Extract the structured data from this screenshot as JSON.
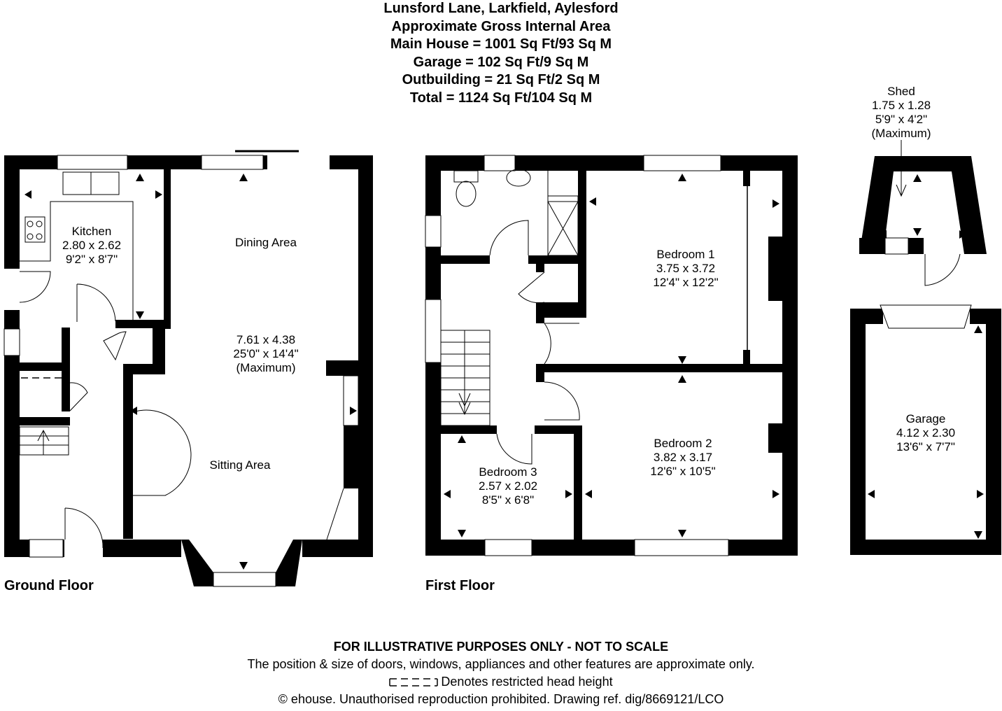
{
  "header": {
    "address": "Lunsford Lane, Larkfield, Aylesford",
    "subtitle": "Approximate Gross Internal Area",
    "main_house": "Main House = 1001 Sq Ft/93 Sq M",
    "garage": "Garage = 102 Sq Ft/9 Sq M",
    "outbuilding": "Outbuilding = 21 Sq Ft/2 Sq M",
    "total": "Total = 1124 Sq Ft/104 Sq M"
  },
  "floors": {
    "ground": {
      "label": "Ground Floor",
      "rooms": {
        "kitchen": {
          "name": "Kitchen",
          "metric": "2.80 x 2.62",
          "imperial": "9'2\" x 8'7\""
        },
        "dining": {
          "name": "Dining Area"
        },
        "living": {
          "metric": "7.61 x 4.38",
          "imperial": "25'0\" x 14'4\"",
          "note": "(Maximum)"
        },
        "sitting": {
          "name": "Sitting Area"
        }
      }
    },
    "first": {
      "label": "First Floor",
      "rooms": {
        "bedroom1": {
          "name": "Bedroom 1",
          "metric": "3.75 x 3.72",
          "imperial": "12'4\" x 12'2\""
        },
        "bedroom2": {
          "name": "Bedroom 2",
          "metric": "3.82 x 3.17",
          "imperial": "12'6\" x 10'5\""
        },
        "bedroom3": {
          "name": "Bedroom 3",
          "metric": "2.57 x 2.02",
          "imperial": "8'5\" x 6'8\""
        }
      }
    },
    "outbuildings": {
      "shed": {
        "name": "Shed",
        "metric": "1.75 x 1.28",
        "imperial": "5'9\" x 4'2\"",
        "note": "(Maximum)"
      },
      "garage": {
        "name": "Garage",
        "metric": "4.12 x 2.30",
        "imperial": "13'6\" x 7'7\""
      }
    }
  },
  "footer": {
    "disclaimer": "FOR ILLUSTRATIVE PURPOSES ONLY - NOT TO SCALE",
    "approx_note": "The position & size of doors, windows, appliances and other features are approximate only.",
    "legend_restricted": "Denotes restricted head height",
    "copyright": "© ehouse. Unauthorised reproduction prohibited. Drawing ref. dig/8669121/LCO"
  }
}
